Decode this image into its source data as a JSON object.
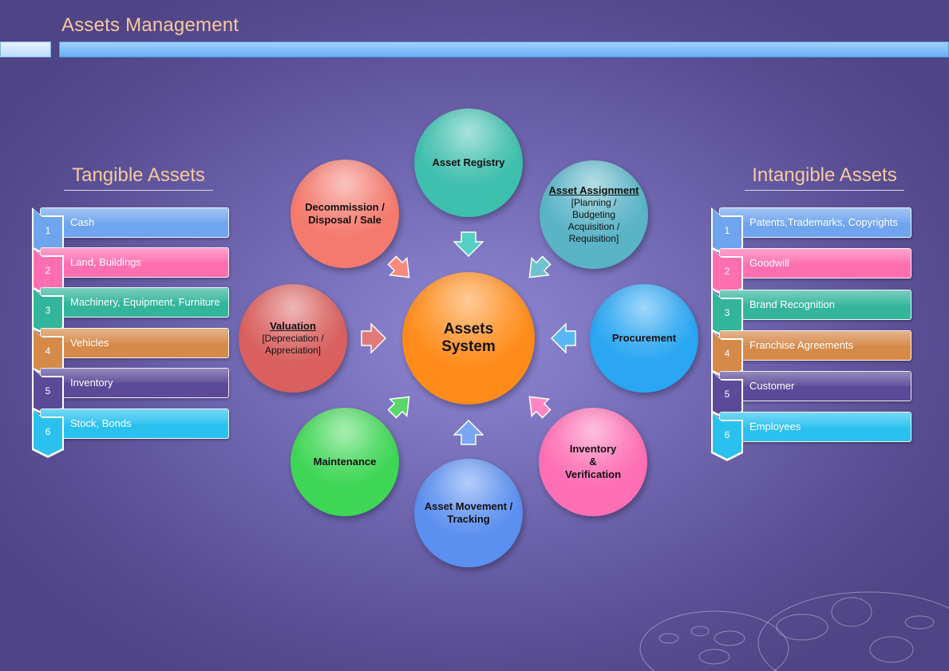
{
  "header": {
    "title": "Assets Management"
  },
  "tangible": {
    "title": "Tangible Assets",
    "items": [
      {
        "num": "1",
        "label": "Cash",
        "color": "#6fa4ee"
      },
      {
        "num": "2",
        "label": "Land, Buildings",
        "color": "#ff6fb0"
      },
      {
        "num": "3",
        "label": "Machinery, Equipment, Furniture",
        "color": "#33b59b"
      },
      {
        "num": "4",
        "label": "Vehicles",
        "color": "#d68a4a"
      },
      {
        "num": "5",
        "label": "Inventory",
        "color": "#5a4a98"
      },
      {
        "num": "6",
        "label": "Stock, Bonds",
        "color": "#2bc1ef"
      }
    ]
  },
  "intangible": {
    "title": "Intangible Assets",
    "items": [
      {
        "num": "1",
        "label": "Patents,Trademarks, Copyrights",
        "color": "#6fa4ee"
      },
      {
        "num": "2",
        "label": "Goodwill",
        "color": "#ff6fb0"
      },
      {
        "num": "3",
        "label": "Brand Recognition",
        "color": "#33b59b"
      },
      {
        "num": "4",
        "label": "Franchise Agreements",
        "color": "#d68a4a"
      },
      {
        "num": "5",
        "label": "Customer",
        "color": "#5a4a98"
      },
      {
        "num": "6",
        "label": "Employees",
        "color": "#2bc1ef"
      }
    ]
  },
  "cycle": {
    "center": {
      "line1": "Assets",
      "line2": "System",
      "color": "#ff8c1a"
    },
    "registry": {
      "label": "Asset Registry",
      "color": "#3fbfae"
    },
    "assignment": {
      "heading": "Asset Assignment",
      "line1": "[Planning /",
      "line2": "Budgeting",
      "line3": "Acquisition /",
      "line4": "Requisition]",
      "color": "#5ab4c6"
    },
    "procurement": {
      "label": "Procurement",
      "color": "#2aa6f2"
    },
    "inventory": {
      "line1": "Inventory",
      "line2": "&",
      "line3": "Verification",
      "color": "#ff6fb5"
    },
    "movement": {
      "line1": "Asset Movement /",
      "line2": "Tracking",
      "color": "#5b8ff0"
    },
    "maintenance": {
      "label": "Maintenance",
      "color": "#3fd655"
    },
    "valuation": {
      "heading": "Valuation",
      "line1": "[Depreciation /",
      "line2": "Appreciation]",
      "color": "#d9605e"
    },
    "decommission": {
      "line1": "Decommission /",
      "line2": "Disposal / Sale",
      "color": "#f47a6e"
    }
  }
}
